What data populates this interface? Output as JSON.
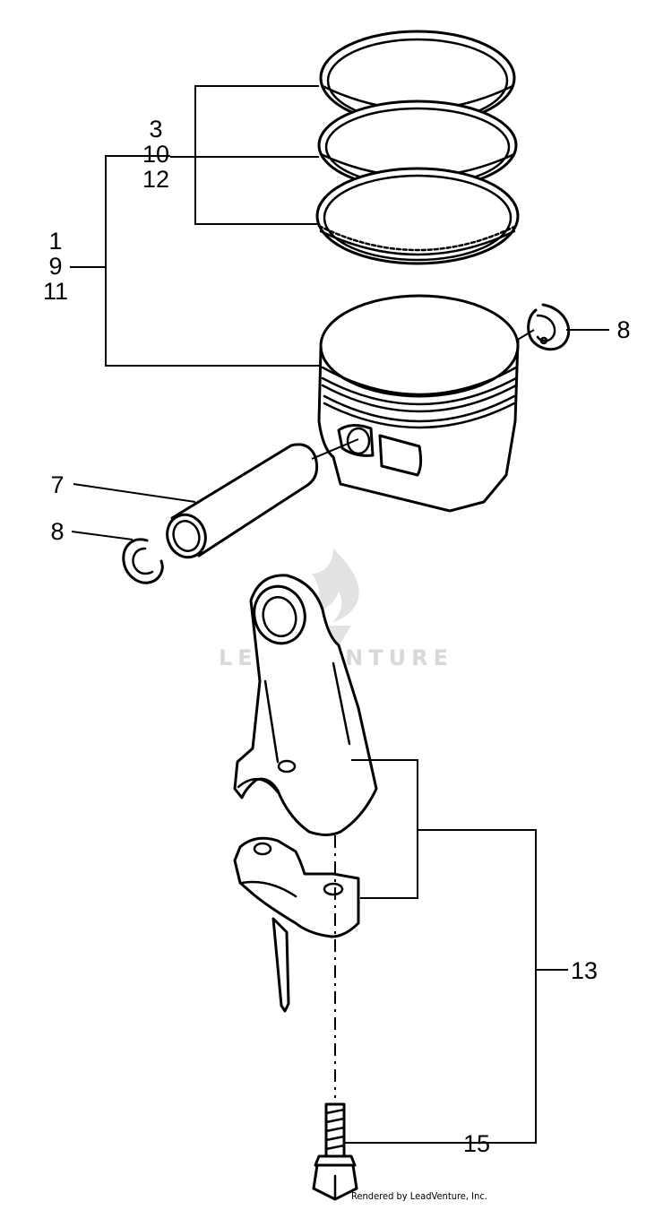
{
  "callouts": {
    "rings_group": [
      "3",
      "10",
      "12"
    ],
    "piston_group": [
      "1",
      "9",
      "11"
    ],
    "circlip_right": "8",
    "piston_pin": "7",
    "circlip_left": "8",
    "connecting_rod_assy": "13",
    "rod_bolt": "15"
  },
  "watermark": "LEADVENTURE",
  "credit": "Rendered by LeadVenture, Inc.",
  "colors": {
    "line": "#000000",
    "watermark": "#d8d8d8",
    "background": "#ffffff"
  }
}
